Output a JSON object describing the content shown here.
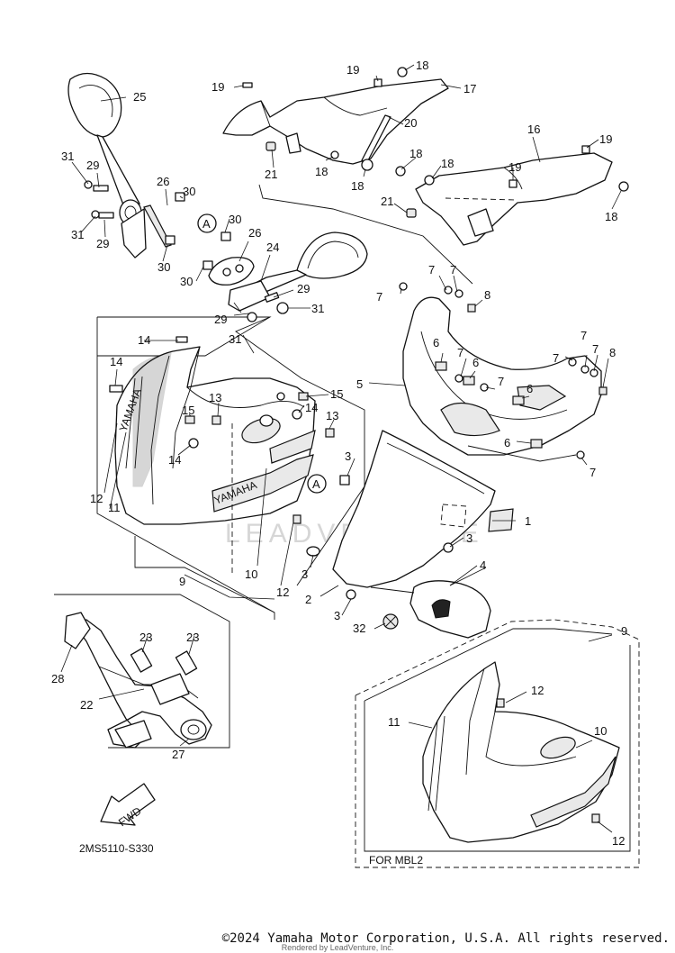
{
  "diagram": {
    "ref_code": "2MS5110-S330",
    "fwd_label": "FWD",
    "inset_label": "FOR MBL2",
    "ref_marker": "A",
    "brand_text": "YAMAHA",
    "watermark": "LEADVENTURE",
    "part_numbers": [
      "1",
      "2",
      "3",
      "4",
      "5",
      "6",
      "7",
      "8",
      "9",
      "10",
      "11",
      "12",
      "13",
      "14",
      "15",
      "16",
      "17",
      "18",
      "19",
      "20",
      "21",
      "22",
      "23",
      "24",
      "25",
      "26",
      "27",
      "28",
      "29",
      "30",
      "31",
      "32"
    ]
  },
  "footer": {
    "copyright": "©2024 Yamaha Motor Corporation, U.S.A. All rights reserved.",
    "rendered_by": "Rendered by LeadVenture, Inc."
  }
}
